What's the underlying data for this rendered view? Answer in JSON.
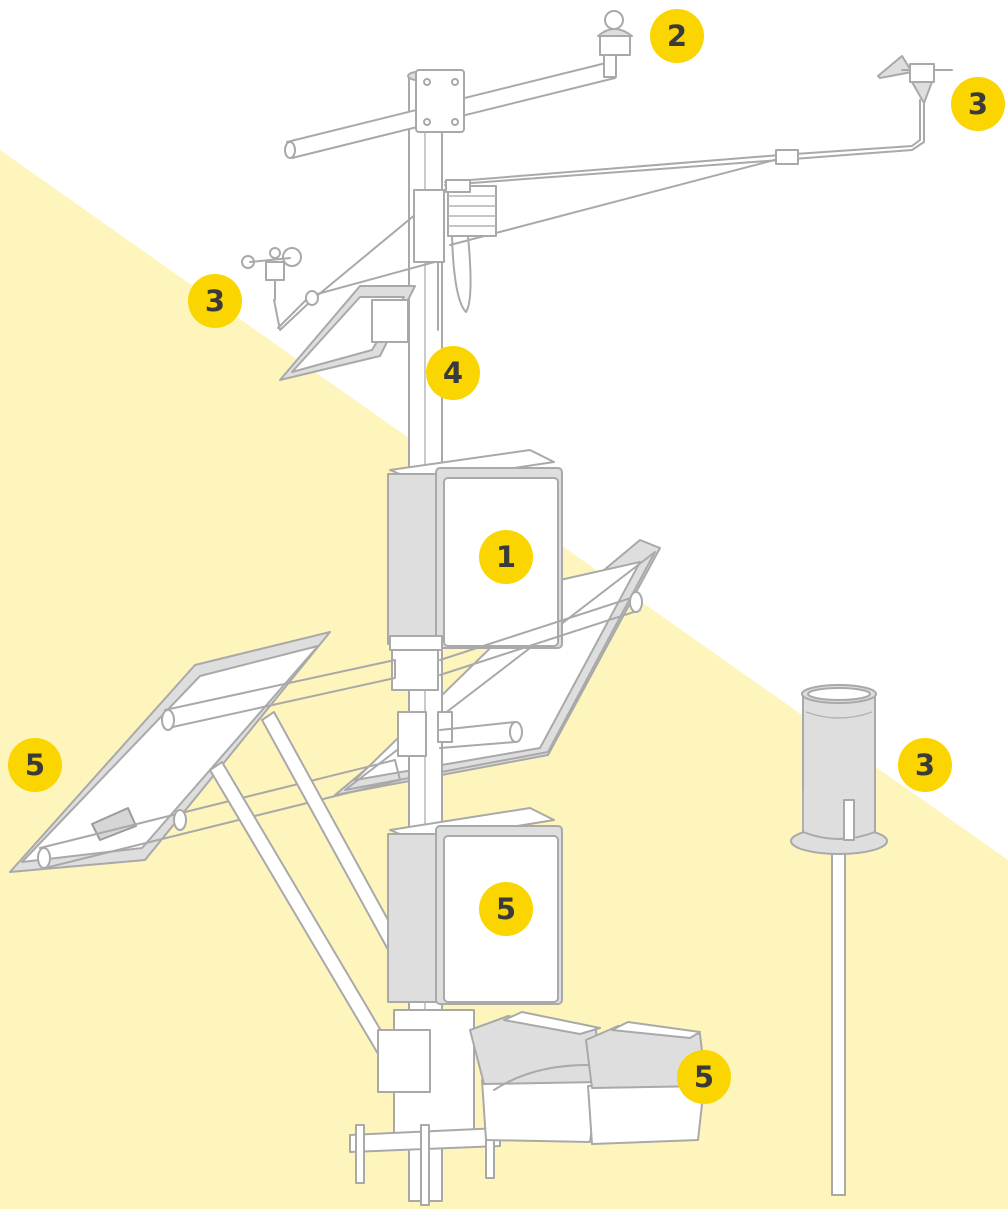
{
  "colors": {
    "background_band": "#fef5bd",
    "badge_fill": "#fad500",
    "badge_text": "#3a3a3a",
    "equipment_fill": "#dedede",
    "equipment_stroke": "#a9a9a9"
  },
  "callouts": [
    {
      "id": "logger-enclosure",
      "label": "1"
    },
    {
      "id": "radiation-sensor",
      "label": "2"
    },
    {
      "id": "wind-vane",
      "label": "3"
    },
    {
      "id": "anemometer",
      "label": "3"
    },
    {
      "id": "mast",
      "label": "4"
    },
    {
      "id": "power-enclosure",
      "label": "5"
    },
    {
      "id": "rain-gauge",
      "label": "3"
    },
    {
      "id": "solar-panels",
      "label": "5"
    },
    {
      "id": "batteries",
      "label": "5"
    }
  ]
}
